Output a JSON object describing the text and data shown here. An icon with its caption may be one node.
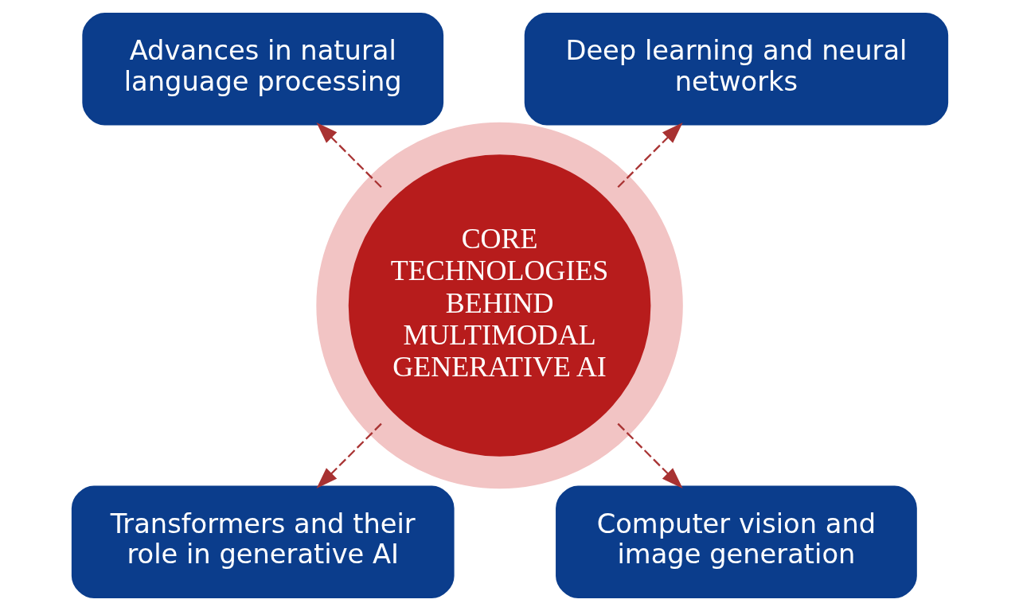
{
  "diagram": {
    "nodes": [
      {
        "text": [
          "Deep learning and neural networks"
        ]
      },
      {
        "text": [
          "Advances in natural language processing"
        ]
      },
      {
        "text": [
          "CORE TECHNOLOGIES BEHIND MULTIMODAL GENERATIVE AI"
        ]
      },
      {
        "text": [
          "Transformers and their role in generative AI"
        ]
      },
      {
        "text": [
          "Computer vision and image generation"
        ]
      }
    ],
    "edges": [
      {
        "from": 2,
        "to": 0,
        "arrow": "to",
        "style": "dashed"
      },
      {
        "from": 2,
        "to": 1,
        "arrow": "to",
        "style": "dashed"
      },
      {
        "from": 2,
        "to": 3,
        "arrow": "to",
        "style": "dashed"
      },
      {
        "from": 2,
        "to": 4,
        "arrow": "to",
        "style": "dashed"
      }
    ]
  }
}
